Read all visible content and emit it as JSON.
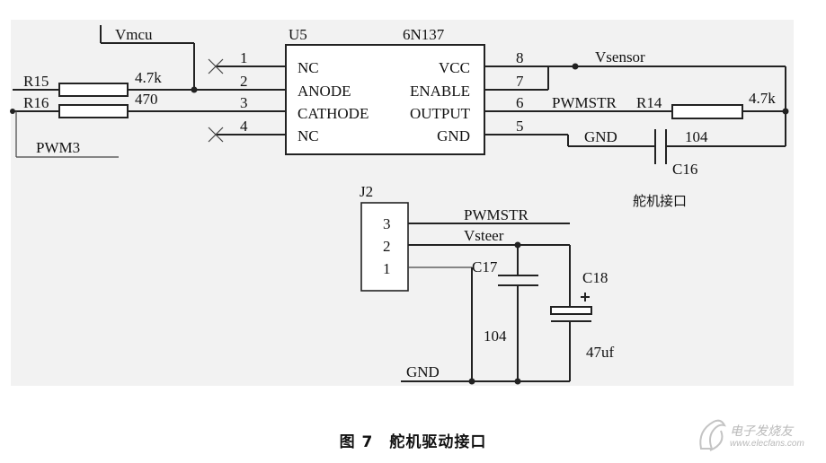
{
  "schematic": {
    "u5": {
      "designator": "U5",
      "part": "6N137",
      "left_pins": [
        {
          "num": "1",
          "name": "NC"
        },
        {
          "num": "2",
          "name": "ANODE"
        },
        {
          "num": "3",
          "name": "CATHODE"
        },
        {
          "num": "4",
          "name": "NC"
        }
      ],
      "right_pins": [
        {
          "num": "8",
          "name": "VCC"
        },
        {
          "num": "7",
          "name": "ENABLE"
        },
        {
          "num": "6",
          "name": "OUTPUT"
        },
        {
          "num": "5",
          "name": "GND"
        }
      ]
    },
    "nets": {
      "vmcu": "Vmcu",
      "vsensor": "Vsensor",
      "pwm3": "PWM3",
      "pwmstr": "PWMSTR",
      "gnd": "GND",
      "vsteer": "Vsteer"
    },
    "resistors": {
      "r15": {
        "ref": "R15",
        "value": "4.7k"
      },
      "r16": {
        "ref": "R16",
        "value": "470"
      },
      "r14": {
        "ref": "R14",
        "value": "4.7k"
      }
    },
    "capacitors": {
      "c16": {
        "ref": "C16",
        "value": "104"
      },
      "c17": {
        "ref": "C17",
        "value": "104"
      },
      "c18": {
        "ref": "C18",
        "value": "47uf"
      }
    },
    "j2": {
      "ref": "J2",
      "pins": [
        "3",
        "2",
        "1"
      ]
    },
    "servo_label": "舵机接口"
  },
  "caption": "图 7　舵机驱动接口",
  "watermark": {
    "text": "电子发烧友",
    "url": "www.elecfans.com"
  }
}
